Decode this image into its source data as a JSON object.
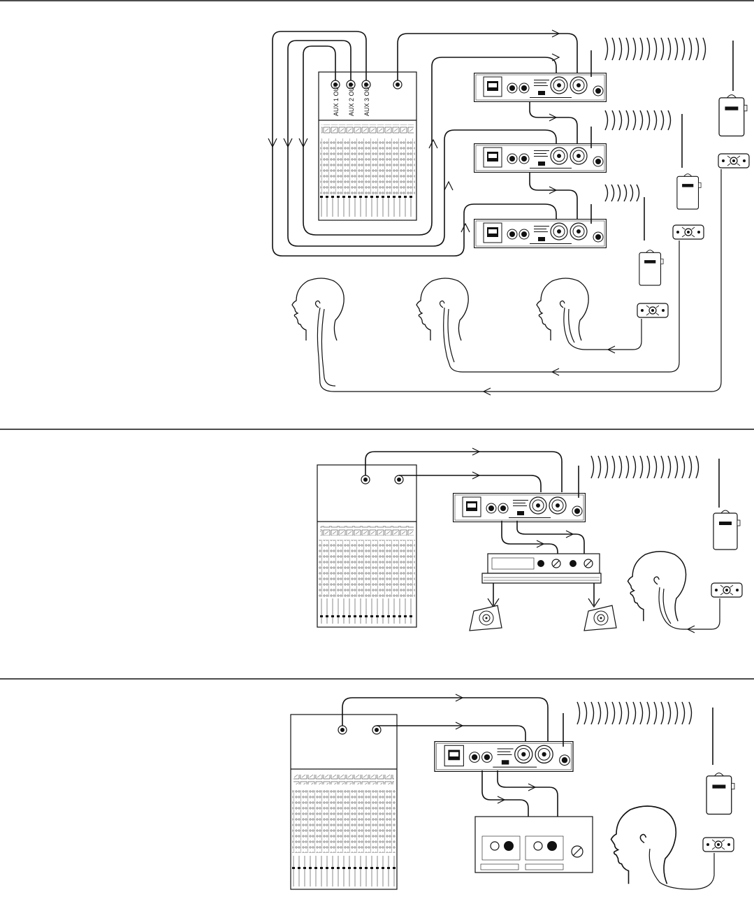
{
  "console": {
    "aux_labels": [
      "AUX 1 OUT",
      "AUX 2 OUT",
      "AUX 3 OUT"
    ]
  },
  "colors": {
    "ink": "#111111",
    "paper": "#ffffff"
  }
}
